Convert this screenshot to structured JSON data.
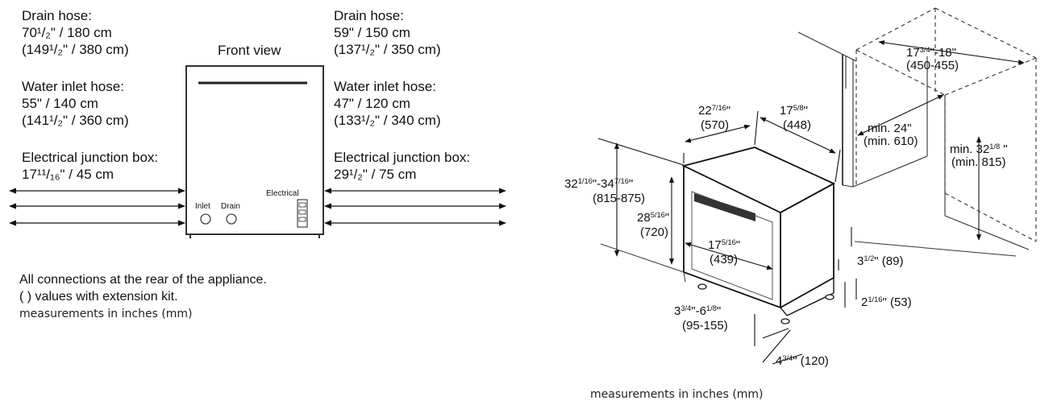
{
  "left": {
    "front_view_label": "Front view",
    "left_col": {
      "drain_title": "Drain hose:",
      "drain_std": "70¹/₂\" / 180 cm",
      "drain_ext": "(149¹/₂\" / 380 cm)",
      "inlet_title": "Water inlet hose:",
      "inlet_std": "55\" / 140 cm",
      "inlet_ext": "(141¹/₂\" / 360 cm)",
      "junction_title": "Electrical junction box:",
      "junction_val": "17¹¹/₁₆\" / 45 cm"
    },
    "right_col": {
      "drain_title": "Drain hose:",
      "drain_std": "59\" / 150 cm",
      "drain_ext": "(137¹/₂\" / 350 cm)",
      "inlet_title": "Water inlet hose:",
      "inlet_std": "47\" / 120 cm",
      "inlet_ext": "(133¹/₂\" / 340 cm)",
      "junction_title": "Electrical junction box:",
      "junction_val": "29¹/₂\" / 75 cm"
    },
    "connector_labels": {
      "inlet": "Inlet",
      "drain": "Drain",
      "electrical": "Electrical"
    },
    "note_line1": "All connections at the rear of the appliance.",
    "note_line2": "( ) values with extension kit.",
    "units_note": "measurements in inches (mm)"
  },
  "right": {
    "dims": {
      "niche_depth": {
        "in_a": "17",
        "in_a_frac": "3/4",
        "in_b": "\"-18\"",
        "mm": "(450-455)"
      },
      "depth": {
        "in": "22",
        "frac": "7/16",
        "unit": "\"",
        "mm": "(570)"
      },
      "width": {
        "in": "17",
        "frac": "5/8",
        "unit": "\"",
        "mm": "(448)"
      },
      "min_width": {
        "in": "min. 24\"",
        "mm": "(min. 610)"
      },
      "min_height": {
        "in": "min. 32",
        "frac": "1/8",
        "unit": " \"",
        "mm": "(min. 815)"
      },
      "height": {
        "in_a": "32",
        "frac_a": "1/16",
        "mid": "\"-34",
        "frac_b": "7/16",
        "unit": "\"",
        "mm": "(815-875)"
      },
      "door_height": {
        "in": "28",
        "frac": "5/16",
        "unit": "\"",
        "mm": "(720)"
      },
      "door_width": {
        "in": "17",
        "frac": "5/16",
        "unit": "\"",
        "mm": "(439)"
      },
      "toe_height": {
        "in": "3",
        "frac": "1/2",
        "unit": "\" (89)"
      },
      "foot_setback": {
        "in": "2",
        "frac": "1/16",
        "unit": "\" (53)"
      },
      "feet_height": {
        "in_a": "3",
        "frac_a": "3/4",
        "mid": "\"-6",
        "frac_b": "1/8",
        "unit": "\"",
        "mm": "(95-155)"
      },
      "foot_depth": {
        "in": "4",
        "frac": "3/4",
        "unit": "\" (120)"
      }
    },
    "units_note": "measurements in inches (mm)"
  }
}
